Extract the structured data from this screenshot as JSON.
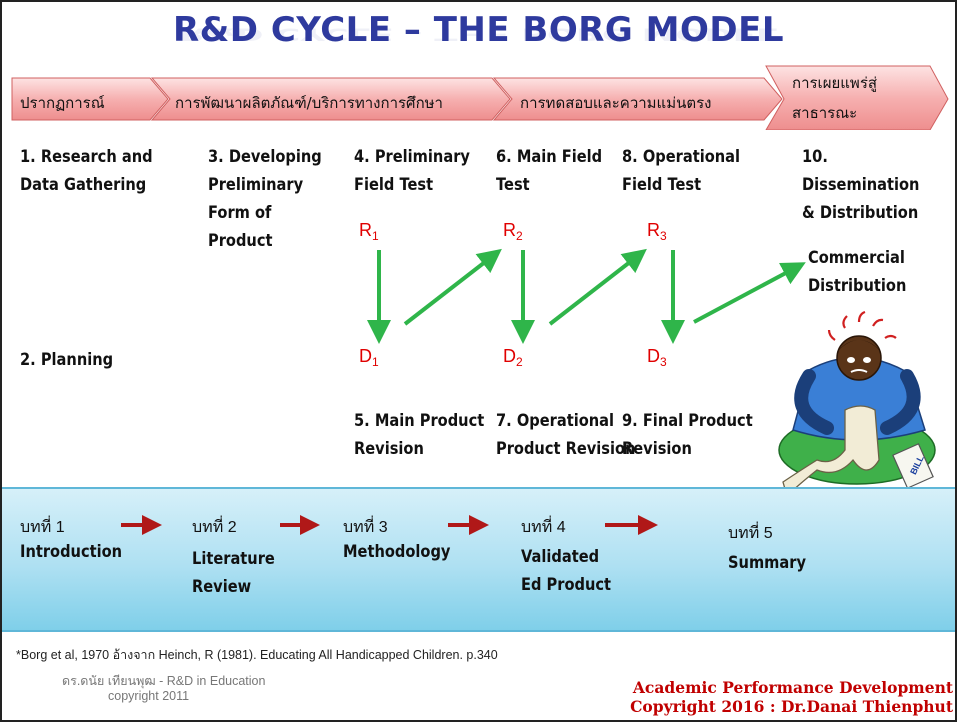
{
  "title": "R&D CYCLE – THE BORG MODEL",
  "phases": [
    {
      "label": "ปรากฏการณ์"
    },
    {
      "label": "การพัฒนาผลิตภัณฑ์/บริการทางการศึกษา"
    },
    {
      "label": "การทดสอบและความแม่นตรง"
    },
    {
      "label_line1": "การเผยแพร่สู่",
      "label_line2": "สาธารณะ"
    }
  ],
  "steps": {
    "s1": [
      "1. Research and",
      "Data Gathering"
    ],
    "s2": [
      "2. Planning"
    ],
    "s3": [
      "3. Developing",
      "Preliminary",
      "Form of",
      "Product"
    ],
    "s4": [
      "4. Preliminary",
      "Field Test"
    ],
    "s5": [
      "5. Main Product",
      "Revision"
    ],
    "s6": [
      "6. Main Field",
      "Test"
    ],
    "s7": [
      "7. Operational",
      "Product Revision"
    ],
    "s8": [
      "8. Operational",
      "Field Test"
    ],
    "s9": [
      "9. Final Product",
      "Revision"
    ],
    "s10": [
      "10. Dissemination",
      "& Distribution"
    ],
    "commercial": [
      "Commercial",
      "Distribution"
    ]
  },
  "rd_labels": {
    "r1": {
      "letter": "R",
      "sub": "1"
    },
    "r2": {
      "letter": "R",
      "sub": "2"
    },
    "r3": {
      "letter": "R",
      "sub": "3"
    },
    "d1": {
      "letter": "D",
      "sub": "1"
    },
    "d2": {
      "letter": "D",
      "sub": "2"
    },
    "d3": {
      "letter": "D",
      "sub": "3"
    }
  },
  "chapters": [
    {
      "head": "บทที่ 1",
      "name": [
        "Introduction"
      ]
    },
    {
      "head": "บทที่ 2",
      "name": [
        "Literature",
        "Review"
      ]
    },
    {
      "head": "บทที่ 3",
      "name": [
        "Methodology"
      ]
    },
    {
      "head": "บทที่ 4",
      "name": [
        "Validated",
        "Ed Product"
      ]
    },
    {
      "head": "บทที่ 5",
      "name": [
        "Summary"
      ]
    }
  ],
  "illustration": {
    "bill_text": "BILL"
  },
  "footer": {
    "citation": "*Borg et al, 1970 อ้างจาก Heinch, R (1981). Educating All Handicapped Children. p.340",
    "author_line": "ดร.ดนัย เทียนพุฒ - R&D in Education",
    "copyright_small": "copyright 2011",
    "apd_line1": "Academic Performance Development",
    "apd_line2": "Copyright  2016 : Dr.Danai  Thienphut"
  },
  "colors": {
    "title": "#2e3a9e",
    "phase_fill": "#f4a0a0",
    "rd_text": "#e00000",
    "arrow_green": "#2fb54a",
    "arrow_red": "#b01818",
    "band_top": "#c5e9f6",
    "band_bottom": "#7fcfe9",
    "footer_red": "#c00000"
  }
}
